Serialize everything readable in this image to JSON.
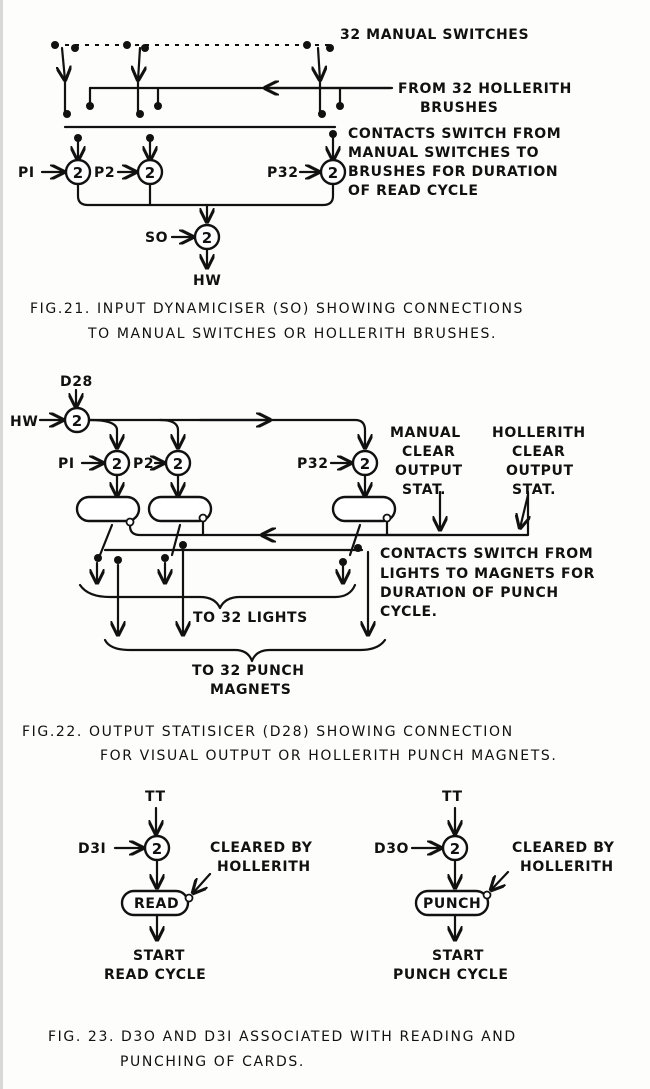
{
  "fig21": {
    "manual_switches": "32 MANUAL SWITCHES",
    "from_line1": "FROM 32 HOLLERITH",
    "from_line2": "BRUSHES",
    "contacts": [
      "CONTACTS SWITCH FROM",
      "MANUAL SWITCHES TO",
      "BRUSHES FOR DURATION",
      "OF READ CYCLE"
    ],
    "p1": "PI",
    "p2": "P2",
    "p32": "P32",
    "so": "SO",
    "hw": "HW",
    "gate_number": "2",
    "caption_line1": "FIG.21. INPUT DYNAMICISER (SO) SHOWING CONNECTIONS",
    "caption_line2": "TO MANUAL SWITCHES OR HOLLERITH BRUSHES."
  },
  "fig22": {
    "d28": "D28",
    "hw": "HW",
    "p1": "PI",
    "p2": "P2",
    "p32": "P32",
    "manual_clear": [
      "MANUAL",
      "CLEAR",
      "OUTPUT",
      "STAT."
    ],
    "hollerith_clear": [
      "HOLLERITH",
      "CLEAR",
      "OUTPUT",
      "STAT."
    ],
    "contacts": [
      "CONTACTS SWITCH FROM",
      "LIGHTS TO MAGNETS FOR",
      "DURATION OF PUNCH",
      "CYCLE."
    ],
    "to_lights": "TO 32 LIGHTS",
    "to_magnets_line1": "TO 32 PUNCH",
    "to_magnets_line2": "MAGNETS",
    "gate_number": "2",
    "caption_line1": "FIG.22. OUTPUT STATISICER (D28) SHOWING CONNECTION",
    "caption_line2": "FOR VISUAL OUTPUT OR HOLLERITH PUNCH MAGNETS."
  },
  "fig23": {
    "left": {
      "tt": "TT",
      "d": "D3I",
      "cleared_line1": "CLEARED BY",
      "cleared_line2": "HOLLERITH",
      "box": "READ",
      "start_line1": "START",
      "start_line2": "READ CYCLE"
    },
    "right": {
      "tt": "TT",
      "d": "D3O",
      "cleared_line1": "CLEARED BY",
      "cleared_line2": "HOLLERITH",
      "box": "PUNCH",
      "start_line1": "START",
      "start_line2": "PUNCH CYCLE"
    },
    "gate_number": "2",
    "caption_line1": "FIG. 23. D3O AND D3I ASSOCIATED WITH READING AND",
    "caption_line2": "PUNCHING OF CARDS."
  }
}
